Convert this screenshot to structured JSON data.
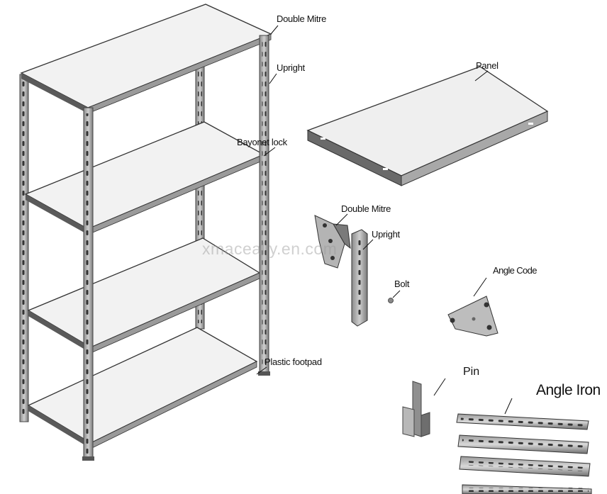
{
  "labels": {
    "double_mitre_top": "Double Mitre",
    "upright_top": "Upright",
    "bayonet_lock": "Bayonet lock",
    "plastic_footpad": "Plastic footpad",
    "panel": "Panel",
    "double_mitre_part": "Double Mitre",
    "upright_part": "Upright",
    "bolt": "Bolt",
    "angle_code": "Angle Code",
    "pin": "Pin",
    "angle_iron": "Angle Iron"
  },
  "watermark": "xmaceally.en.com",
  "colors": {
    "steel_light": "#f0f0f0",
    "steel_edge": "#444444",
    "steel_dark": "#6a6a6a",
    "leader": "#111111"
  }
}
